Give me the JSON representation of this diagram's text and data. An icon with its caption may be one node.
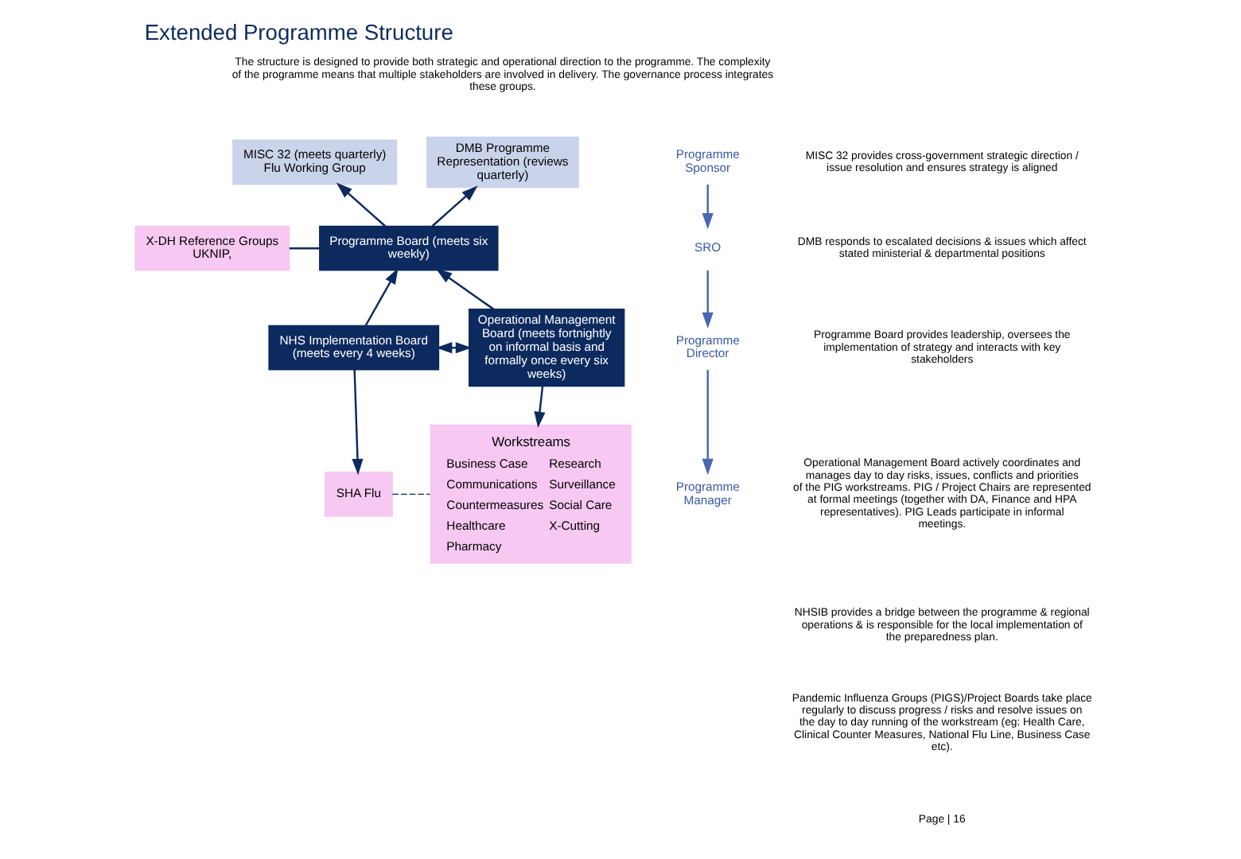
{
  "diagram": {
    "title": "Extended Programme Structure",
    "nodes": [
      {
        "text": [
          "MISC 32 (meets quarterly)",
          "Flu Working Group"
        ]
      },
      {
        "text": [
          "DMB Programme Representation (reviews quarterly)"
        ]
      },
      {
        "text": [
          "X-DH Reference Groups UKNIP,"
        ]
      },
      {
        "text": [
          "Programme Board (meets six weekly)"
        ]
      },
      {
        "text": [
          "NHS Implementation Board (meets every 4 weeks)"
        ]
      },
      {
        "text": [
          "Operational Management Board (meets fortnightly on informal basis and formally once every six weeks)"
        ]
      },
      {
        "text": [
          "SHA Flu"
        ]
      },
      {
        "text": [
          "Workstreams",
          "Business Case",
          "Communications",
          "Countermeasures",
          "Healthcare",
          "Pharmacy",
          "Research",
          "Surveillance",
          "Social Care",
          "X-Cutting"
        ]
      },
      {
        "text": [
          "Programme Sponsor"
        ]
      },
      {
        "text": [
          "SRO"
        ]
      },
      {
        "text": [
          "Programme Director"
        ]
      },
      {
        "text": [
          "Programme Manager"
        ]
      }
    ],
    "edges": [
      {
        "from": 3,
        "to": 0,
        "arrow": "to"
      },
      {
        "from": 3,
        "to": 1,
        "arrow": "to"
      },
      {
        "from": 2,
        "to": 3,
        "arrow": "none"
      },
      {
        "from": 5,
        "to": 3,
        "arrow": "to"
      },
      {
        "from": 4,
        "to": 3,
        "arrow": "to"
      },
      {
        "from": 4,
        "to": 5,
        "arrow": "both"
      },
      {
        "from": 4,
        "to": 6,
        "arrow": "to"
      },
      {
        "from": 5,
        "to": 7,
        "arrow": "to"
      },
      {
        "from": 6,
        "to": 7,
        "arrow": "none",
        "style": "dashed"
      },
      {
        "from": 8,
        "to": 9,
        "arrow": "to",
        "color": "#4a67b0"
      },
      {
        "from": 9,
        "to": 10,
        "arrow": "to",
        "color": "#4a67b0"
      },
      {
        "from": 10,
        "to": 11,
        "arrow": "to",
        "color": "#4a67b0"
      }
    ],
    "labels": [
      "The structure is designed to provide both strategic and operational direction to the programme. The complexity of the programme means that multiple stakeholders are involved in delivery. The governance process integrates these groups.",
      "MISC 32 provides cross-government strategic direction / issue resolution and ensures strategy is aligned",
      "DMB responds to escalated decisions & issues which affect stated ministerial & departmental positions",
      "Programme Board provides leadership, oversees the implementation of strategy and interacts with key stakeholders",
      "Operational Management Board actively coordinates and manages day to day risks, issues, conflicts and priorities of the PIG workstreams. PIG / Project Chairs are represented at formal meetings (together with DA, Finance and HPA representatives). PIG Leads participate in informal meetings.",
      "NHSIB provides a bridge between the programme & regional operations & is responsible for the local implementation of the preparedness plan.",
      "Pandemic Influenza Groups (PIGS)/Project Boards take place regularly to discuss progress / risks and resolve issues on the day to day running of the workstream (eg: Health Care, Clinical Counter Measures, National Flu Line, Business Case etc).",
      "Page | 16"
    ]
  }
}
